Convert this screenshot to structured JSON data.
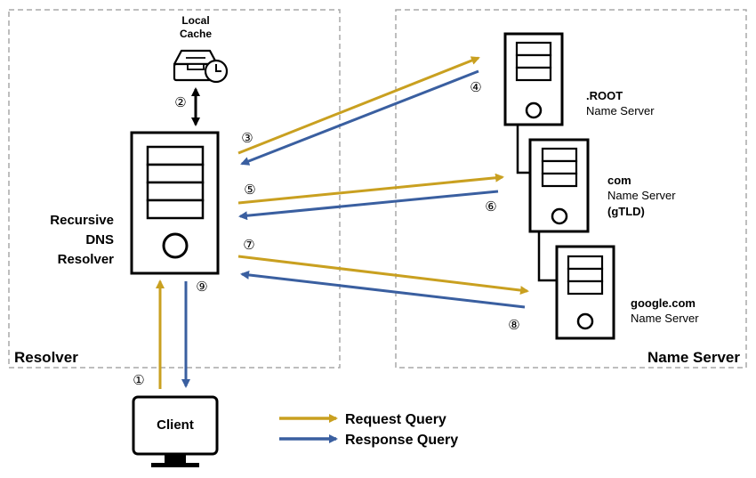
{
  "resolver_zone": {
    "label": "Resolver"
  },
  "nameserver_zone": {
    "label": "Name Server"
  },
  "local_cache": {
    "line1": "Local",
    "line2": "Cache"
  },
  "recursive_resolver": {
    "line1": "Recursive",
    "line2": "DNS",
    "line3": "Resolver"
  },
  "client": {
    "label": "Client"
  },
  "root_server": {
    "line1": ".ROOT",
    "line2": "Name Server"
  },
  "com_server": {
    "line1": "com",
    "line2": "Name Server",
    "line3": "(gTLD)"
  },
  "google_server": {
    "line1": "google.com",
    "line2": "Name Server"
  },
  "steps": [
    "①",
    "②",
    "③",
    "④",
    "⑤",
    "⑥",
    "⑦",
    "⑧",
    "⑨"
  ],
  "legend": {
    "request": "Request  Query",
    "response": "Response Query"
  },
  "colors": {
    "request": "#C9A020",
    "response": "#3A5FA0",
    "zone_border": "#A8A8A8"
  }
}
